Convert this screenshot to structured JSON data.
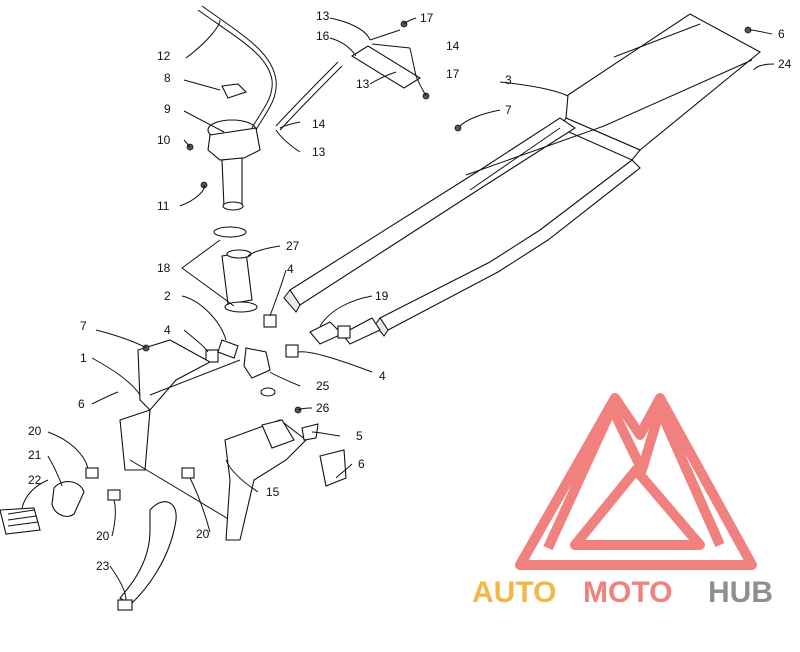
{
  "callouts": {
    "c1": "1",
    "c2": "2",
    "c3": "3",
    "c4a": "4",
    "c4b": "4",
    "c4c": "4",
    "c5": "5",
    "c6a": "6",
    "c6b": "6",
    "c6c": "6",
    "c7a": "7",
    "c7b": "7",
    "c8": "8",
    "c9": "9",
    "c10": "10",
    "c11": "11",
    "c12": "12",
    "c13a": "13",
    "c13b": "13",
    "c13c": "13",
    "c14a": "14",
    "c14b": "14",
    "c15": "15",
    "c16": "16",
    "c17a": "17",
    "c17b": "17",
    "c18": "18",
    "c19": "19",
    "c20a": "20",
    "c20b": "20",
    "c20c": "20",
    "c21": "21",
    "c22": "22",
    "c23": "23",
    "c24": "24",
    "c25": "25",
    "c26": "26",
    "c27": "27"
  },
  "logo": {
    "part1": "AUTO",
    "part2": "MOTO",
    "part3": "HUB"
  },
  "colors": {
    "logo_red": "#f07b78",
    "logo_orange": "#f3b43c",
    "logo_gray": "#8a8a8a",
    "line": "#111111"
  }
}
